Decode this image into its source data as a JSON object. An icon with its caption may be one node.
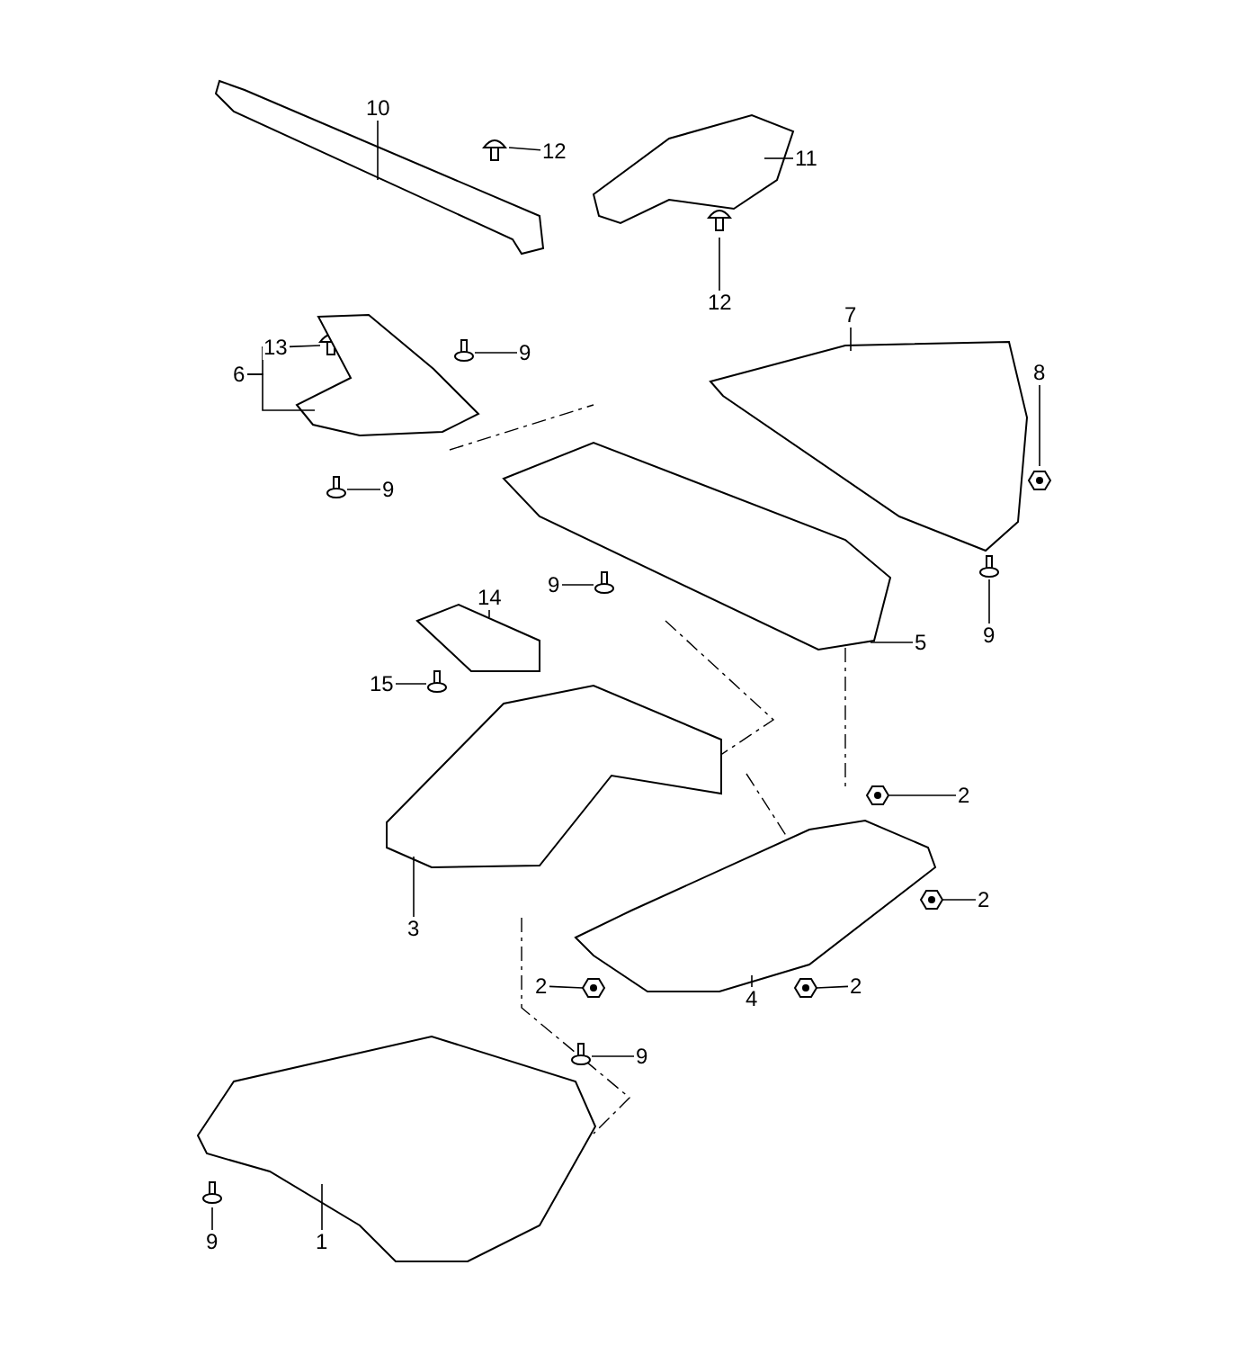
{
  "diagram": {
    "nodes": [
      {
        "text": [
          "10"
        ]
      },
      {
        "text": [],
        "shape": "picture"
      },
      {
        "text": [
          "12"
        ]
      },
      {
        "text": [],
        "shape": "picture"
      },
      {
        "text": [
          "11"
        ]
      },
      {
        "text": [],
        "shape": "picture"
      },
      {
        "text": [
          "12"
        ]
      },
      {
        "text": [],
        "shape": "picture"
      },
      {
        "text": [
          "7"
        ]
      },
      {
        "text": [],
        "shape": "picture"
      },
      {
        "text": [
          "13"
        ]
      },
      {
        "text": [],
        "shape": "picture"
      },
      {
        "text": [
          "6"
        ]
      },
      {
        "text": [],
        "shape": "picture"
      },
      {
        "text": [
          "8"
        ]
      },
      {
        "text": [],
        "shape": "picture"
      },
      {
        "text": [
          "9"
        ]
      },
      {
        "text": [],
        "shape": "picture"
      },
      {
        "text": [
          "9"
        ]
      },
      {
        "text": [],
        "shape": "picture"
      },
      {
        "text": [
          "9"
        ]
      },
      {
        "text": [],
        "shape": "picture"
      },
      {
        "text": [
          "14"
        ]
      },
      {
        "text": [],
        "shape": "picture"
      },
      {
        "text": [
          "9"
        ]
      },
      {
        "text": [],
        "shape": "picture"
      },
      {
        "text": [
          "5"
        ]
      },
      {
        "text": [],
        "shape": "picture"
      },
      {
        "text": [
          "15"
        ]
      },
      {
        "text": [],
        "shape": "picture"
      },
      {
        "text": [
          "2"
        ]
      },
      {
        "text": [],
        "shape": "picture"
      },
      {
        "text": [
          "2"
        ]
      },
      {
        "text": [],
        "shape": "picture"
      },
      {
        "text": [
          "3"
        ]
      },
      {
        "text": [],
        "shape": "picture"
      },
      {
        "text": [
          "2"
        ]
      },
      {
        "text": [],
        "shape": "picture"
      },
      {
        "text": [
          "2"
        ]
      },
      {
        "text": [],
        "shape": "picture"
      },
      {
        "text": [
          "4"
        ]
      },
      {
        "text": [],
        "shape": "picture"
      },
      {
        "text": [
          "9"
        ]
      },
      {
        "text": [],
        "shape": "picture"
      },
      {
        "text": [
          "9"
        ]
      },
      {
        "text": [],
        "shape": "picture"
      },
      {
        "text": [
          "1"
        ]
      },
      {
        "text": [],
        "shape": "picture"
      }
    ],
    "edges": [
      {
        "from": 0,
        "to": 1,
        "arrow": "none"
      },
      {
        "from": 2,
        "to": 3,
        "arrow": "none"
      },
      {
        "from": 4,
        "to": 5,
        "arrow": "none"
      },
      {
        "from": 6,
        "to": 7,
        "arrow": "none"
      },
      {
        "from": 8,
        "to": 9,
        "arrow": "none"
      },
      {
        "from": 10,
        "to": 11,
        "arrow": "none"
      },
      {
        "from": 12,
        "to": 10,
        "arrow": "none"
      },
      {
        "from": 12,
        "to": 13,
        "arrow": "none"
      },
      {
        "from": 14,
        "to": 15,
        "arrow": "none"
      },
      {
        "from": 16,
        "to": 17,
        "arrow": "none"
      },
      {
        "from": 18,
        "to": 19,
        "arrow": "none"
      },
      {
        "from": 20,
        "to": 21,
        "arrow": "none"
      },
      {
        "from": 22,
        "to": 23,
        "arrow": "none"
      },
      {
        "from": 24,
        "to": 25,
        "arrow": "none"
      },
      {
        "from": 26,
        "to": 27,
        "arrow": "none"
      },
      {
        "from": 28,
        "to": 29,
        "arrow": "none"
      },
      {
        "from": 30,
        "to": 31,
        "arrow": "none"
      },
      {
        "from": 32,
        "to": 33,
        "arrow": "none"
      },
      {
        "from": 34,
        "to": 35,
        "arrow": "none"
      },
      {
        "from": 36,
        "to": 37,
        "arrow": "none"
      },
      {
        "from": 38,
        "to": 39,
        "arrow": "none"
      },
      {
        "from": 40,
        "to": 41,
        "arrow": "none"
      },
      {
        "from": 42,
        "to": 43,
        "arrow": "none"
      },
      {
        "from": 44,
        "to": 45,
        "arrow": "none"
      },
      {
        "from": 46,
        "to": 47,
        "arrow": "none"
      }
    ]
  }
}
